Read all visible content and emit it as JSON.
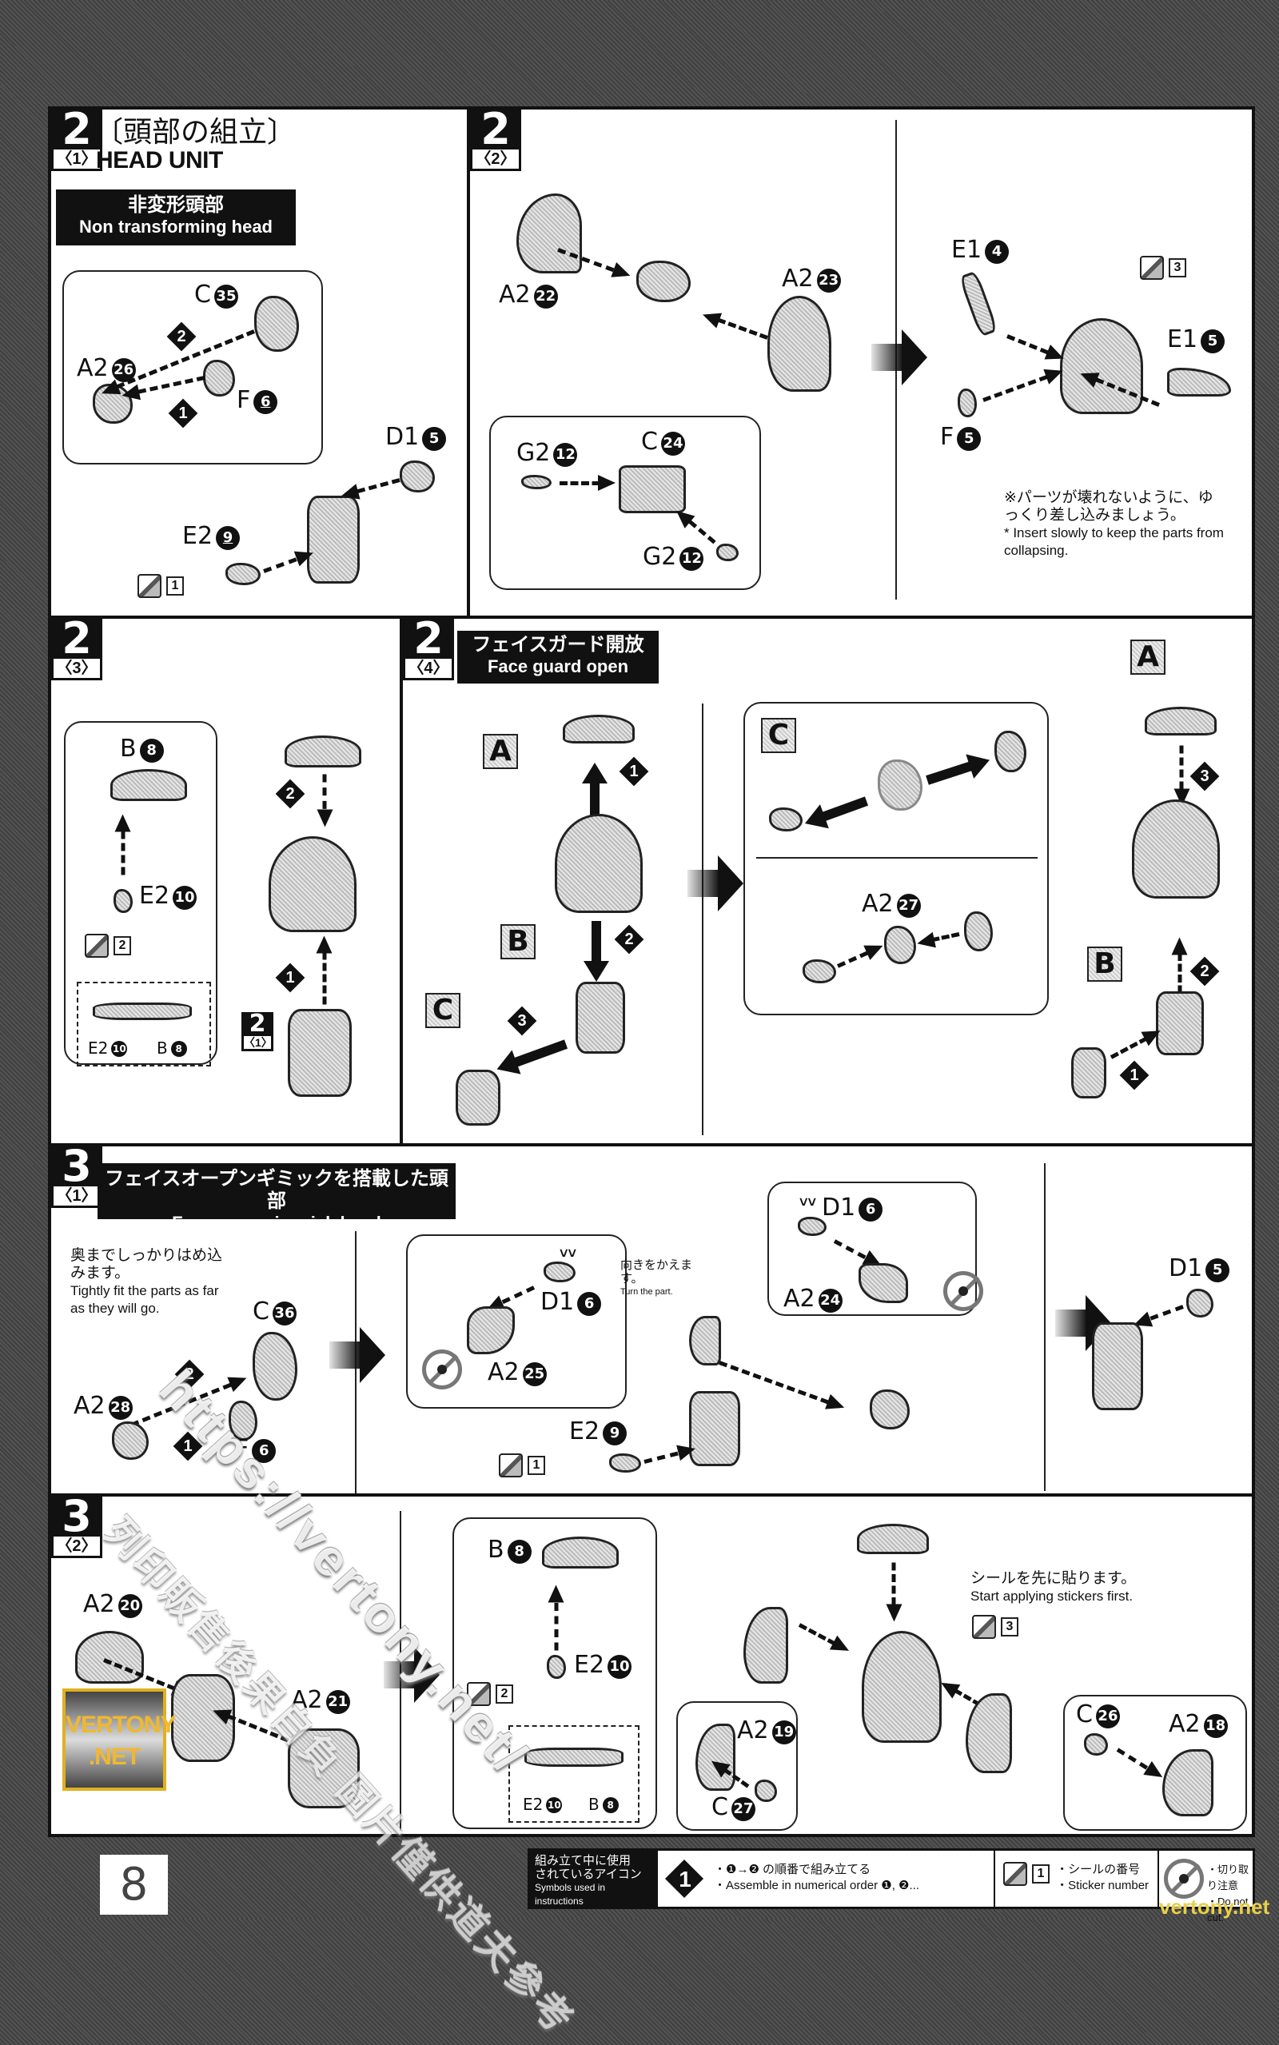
{
  "page_number": "8",
  "steps": {
    "s2_1": {
      "num": "2",
      "sub": "〈1〉",
      "title_jp": "〔頭部の組立〕",
      "title_en": "HEAD UNIT",
      "banner_jp": "非変形頭部",
      "banner_en": "Non transforming head",
      "labels": {
        "c35": {
          "p": "C",
          "n": "35"
        },
        "a226": {
          "p": "A2",
          "n": "26"
        },
        "f6": {
          "p": "F",
          "n": "6"
        },
        "d15": {
          "p": "D1",
          "n": "5"
        },
        "e29": {
          "p": "E2",
          "n": "9"
        }
      },
      "order": [
        "1",
        "2"
      ],
      "sticker": "1"
    },
    "s2_2": {
      "num": "2",
      "sub": "〈2〉",
      "labels": {
        "a222": {
          "p": "A2",
          "n": "22"
        },
        "a223": {
          "p": "A2",
          "n": "23"
        },
        "g212a": {
          "p": "G2",
          "n": "12"
        },
        "c24": {
          "p": "C",
          "n": "24"
        },
        "g212b": {
          "p": "G2",
          "n": "12"
        },
        "e14": {
          "p": "E1",
          "n": "4"
        },
        "e15": {
          "p": "E1",
          "n": "5"
        },
        "f5": {
          "p": "F",
          "n": "5"
        }
      },
      "sticker": "3",
      "note_jp": "※パーツが壊れないように、ゆっくり差し込みましょう。",
      "note_en": "* Insert slowly to keep the parts from collapsing."
    },
    "s2_3": {
      "num": "2",
      "sub": "〈3〉",
      "labels": {
        "b8": {
          "p": "B",
          "n": "8"
        },
        "e210": {
          "p": "E2",
          "n": "10"
        },
        "e210s": {
          "p": "E2",
          "n": "10"
        },
        "b8s": {
          "p": "B",
          "n": "8"
        }
      },
      "order": [
        "1",
        "2"
      ],
      "sticker": "2",
      "ref_num": "2",
      "ref_sub": "〈1〉"
    },
    "s2_4": {
      "num": "2",
      "sub": "〈4〉",
      "banner_jp": "フェイスガード開放",
      "banner_en": "Face guard open",
      "boxes": [
        "A",
        "B",
        "C"
      ],
      "order": [
        "1",
        "2",
        "3"
      ],
      "labels": {
        "a227": {
          "p": "A2",
          "n": "27"
        }
      }
    },
    "s3_1": {
      "num": "3",
      "sub": "〈1〉",
      "banner_jp": "フェイスオープンギミックを搭載した頭部",
      "banner_en": "Face open gimmick head",
      "note1_jp": "奥までしっかりはめ込みます。",
      "note1_en": "Tightly fit the parts as far as they will go.",
      "note2_jp": "向きをかえます。",
      "note2_en": "Turn the part.",
      "labels": {
        "c36": {
          "p": "C",
          "n": "36"
        },
        "a228": {
          "p": "A2",
          "n": "28"
        },
        "f6": {
          "p": "F",
          "n": "6"
        },
        "d16a": {
          "p": "D1",
          "n": "6"
        },
        "a225": {
          "p": "A2",
          "n": "25"
        },
        "d16b": {
          "p": "D1",
          "n": "6"
        },
        "a224": {
          "p": "A2",
          "n": "24"
        },
        "e29": {
          "p": "E2",
          "n": "9"
        },
        "d15": {
          "p": "D1",
          "n": "5"
        }
      },
      "order": [
        "1",
        "2"
      ],
      "sticker": "1"
    },
    "s3_2": {
      "num": "3",
      "sub": "〈2〉",
      "labels": {
        "a220": {
          "p": "A2",
          "n": "20"
        },
        "a221": {
          "p": "A2",
          "n": "21"
        },
        "b8": {
          "p": "B",
          "n": "8"
        },
        "e210": {
          "p": "E2",
          "n": "10"
        },
        "e210s": {
          "p": "E2",
          "n": "10"
        },
        "b8s": {
          "p": "B",
          "n": "8"
        },
        "a219": {
          "p": "A2",
          "n": "19"
        },
        "c27": {
          "p": "C",
          "n": "27"
        },
        "c26": {
          "p": "C",
          "n": "26"
        },
        "a218": {
          "p": "A2",
          "n": "18"
        }
      },
      "sticker_a": "2",
      "sticker_b": "3",
      "note_jp": "シールを先に貼ります。",
      "note_en": "Start applying stickers first."
    }
  },
  "watermark": {
    "url": "https://vertony.net/",
    "cn": "列印販售後果自負 圖片僅供道夫參考",
    "logo_line1": "VERTONY",
    "logo_line2": ".NET",
    "corner": "vertony.net"
  },
  "legend": {
    "head_jp1": "組み立て中に使用",
    "head_jp2": "されているアイコン",
    "head_en": "Symbols used in instructions",
    "order_icon": "1",
    "order_jp": "・❶→❷ の順番で組み立てる",
    "order_en": "・Assemble in numerical order ❶, ❷...",
    "sticker_n": "1",
    "sticker_jp": "・シールの番号",
    "sticker_en": "・Sticker number",
    "nocut_jp": "・切り取り注意",
    "nocut_en": "・Do not cut."
  }
}
